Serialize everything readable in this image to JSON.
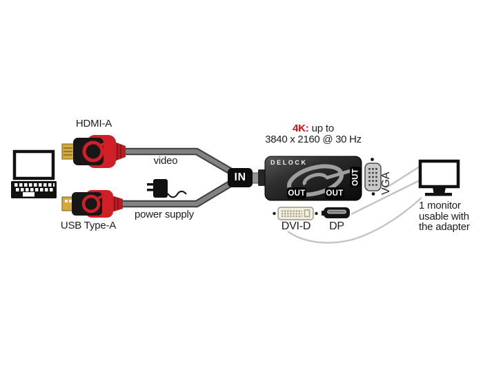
{
  "brand": "DELOCK",
  "connectors": {
    "input_video": "HDMI-A",
    "input_power": "USB Type-A",
    "video_label": "video",
    "power_label": "power supply",
    "in_port": "IN",
    "out_port": "OUT",
    "outputs": [
      "VGA",
      "DVI-D",
      "DP"
    ]
  },
  "annotation_4k": {
    "highlight": "4K:",
    "rest": "up to",
    "resolution": "3840 x 2160 @ 30 Hz"
  },
  "monitor_note": {
    "line1": "1 monitor",
    "line2": "usable with",
    "line3": "the adapter"
  },
  "colors": {
    "accent_red": "#e30613",
    "connector_red": "#cf2027",
    "cable_gray": "#7d7d7d",
    "adapter_black": "#1a1a1a",
    "connection_line_gray": "#c4c4c4",
    "gold": "#d3a93c"
  }
}
